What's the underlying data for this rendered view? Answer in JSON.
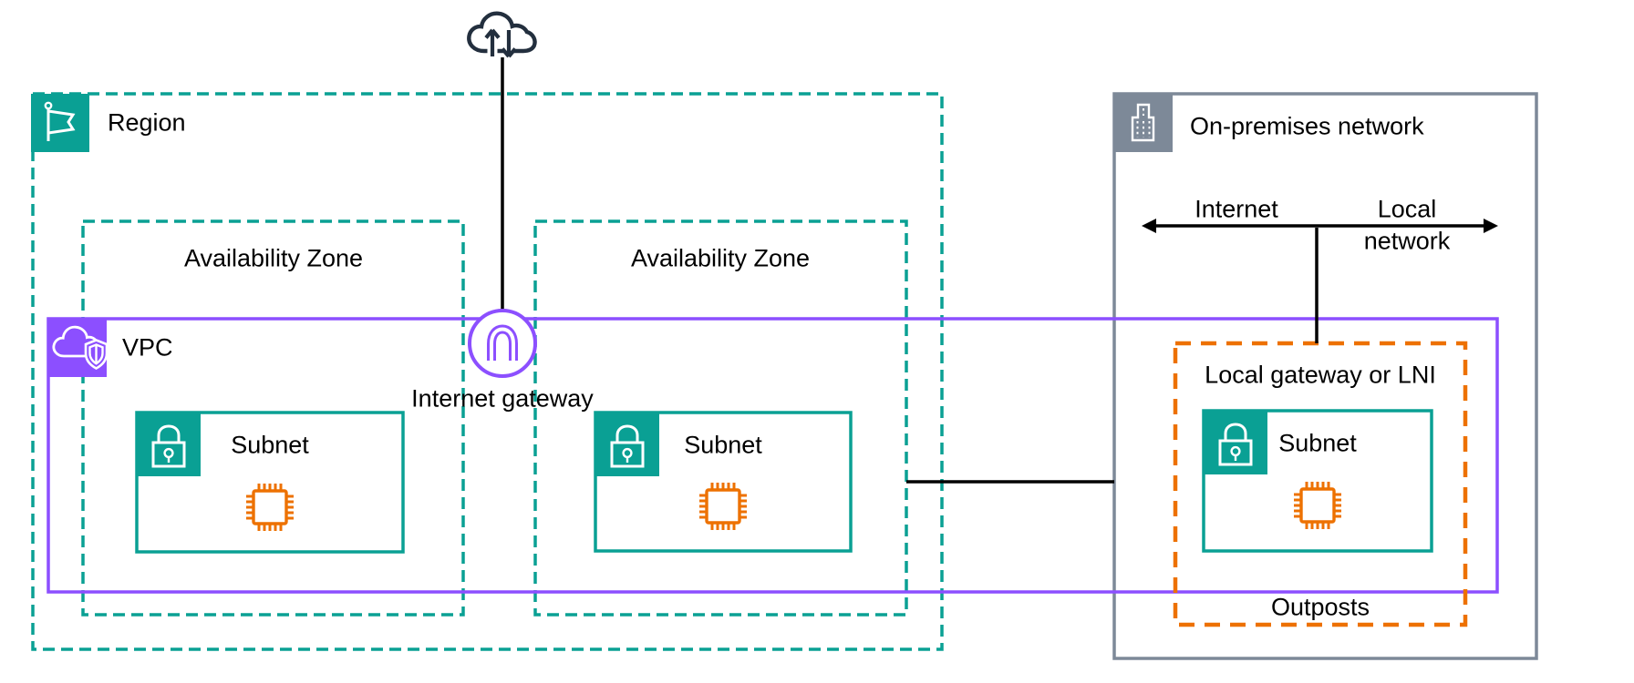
{
  "colors": {
    "teal": "#0AA094",
    "purple": "#8C4FFF",
    "orange": "#ED7100",
    "gray": "#7D8998",
    "navy": "#232F3E",
    "line": "#000000"
  },
  "labels": {
    "region": "Region",
    "az1": "Availability Zone",
    "az2": "Availability Zone",
    "vpc": "VPC",
    "internet_gateway": "Internet gateway",
    "subnet1": "Subnet",
    "subnet2": "Subnet",
    "subnet3": "Subnet",
    "onprem": "On-premises network",
    "arrow_internet": "Internet",
    "arrow_local_line1": "Local",
    "arrow_local_line2": "network",
    "local_gateway": "Local gateway or LNI",
    "outposts": "Outposts"
  },
  "icons": [
    "internet-cloud-icon",
    "region-flag-icon",
    "vpc-cloud-shield-icon",
    "internet-gateway-icon",
    "subnet-lock-icon",
    "ec2-chip-icon",
    "onprem-building-icon"
  ]
}
